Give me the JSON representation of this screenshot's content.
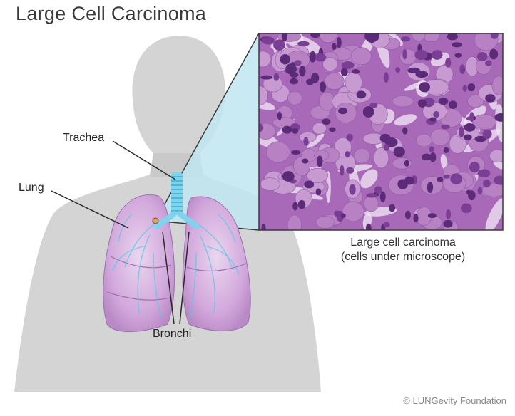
{
  "title": "Large Cell Carcinoma",
  "labels": {
    "trachea": "Trachea",
    "lung": "Lung",
    "bronchi": "Bronchi"
  },
  "caption": {
    "line1": "Large cell carcinoma",
    "line2": "(cells under microscope)"
  },
  "credit": "© LUNGevity Foundation",
  "colors": {
    "silhouette": "#d4d4d4",
    "lung": "#d7b3e0",
    "airway": "#5fc6e4",
    "magnify_panel": "#bfe5f1",
    "tissue_base": "#a86ab8"
  }
}
